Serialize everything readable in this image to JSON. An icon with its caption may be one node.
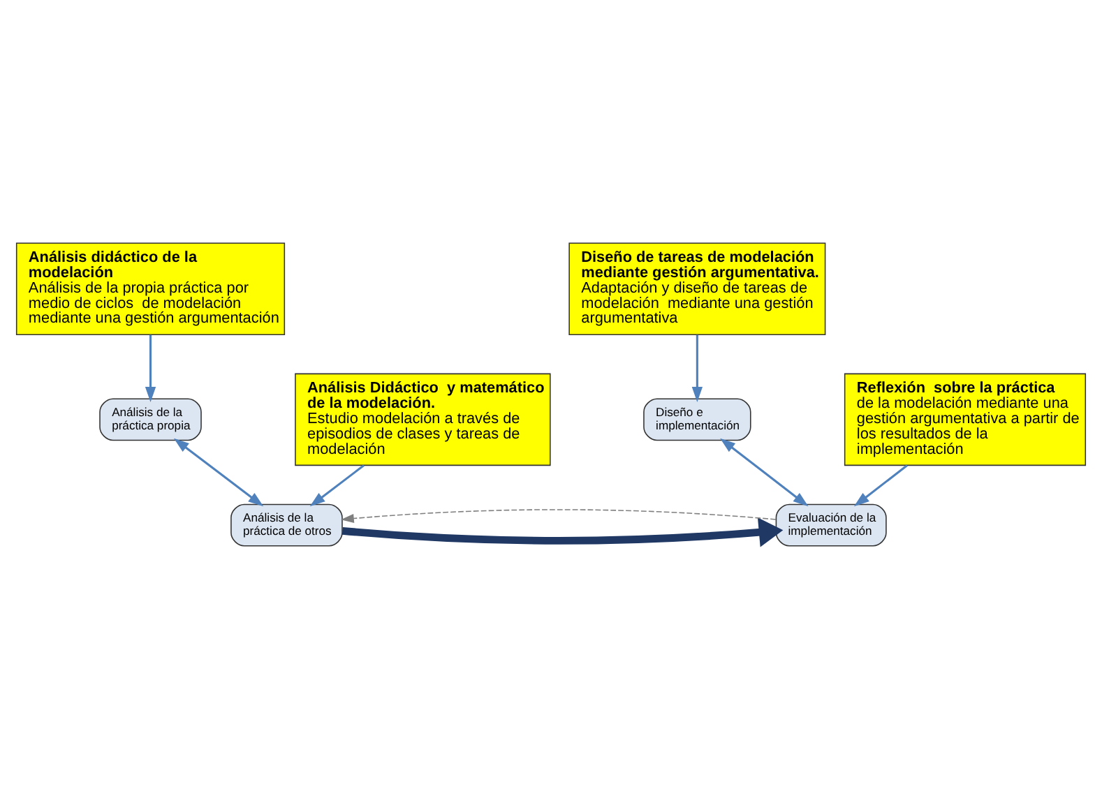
{
  "diagram": {
    "nodes": [
      {
        "text": [
          "Análisis didáctico de la modelación",
          "Análisis de la propia práctica por medio de ciclos  de modelación mediante una gestión argumentación"
        ]
      },
      {
        "text": [
          "Diseño de tareas de modelación  mediante gestión argumentativa.",
          "Adaptación y diseño de tareas de modelación  mediante una gestión argumentativa"
        ]
      },
      {
        "text": [
          "Análisis de la práctica propia"
        ]
      },
      {
        "text": [
          "Diseño e implementación"
        ]
      },
      {
        "text": [
          "Análisis de la práctica de otros"
        ]
      },
      {
        "text": [
          "Evaluación de la implementación"
        ]
      },
      {
        "text": [
          "Análisis Didáctico  y matemático  de la modelación.",
          "Estudio modelación a través de  episodios de clases y tareas de modelación"
        ]
      },
      {
        "text": [
          "Reflexión  sobre la práctica",
          "de la modelación mediante una gestión argumentativa a partir de los resultados de la implementación"
        ]
      }
    ],
    "edges": [
      {
        "from": 0,
        "to": 2,
        "arrow": "to"
      },
      {
        "from": 1,
        "to": 3,
        "arrow": "to"
      },
      {
        "from": 6,
        "to": 4,
        "arrow": "to"
      },
      {
        "from": 7,
        "to": 5,
        "arrow": "to"
      },
      {
        "from": 2,
        "to": 4,
        "arrow": "both"
      },
      {
        "from": 3,
        "to": 5,
        "arrow": "both"
      },
      {
        "from": 4,
        "to": 5,
        "arrow": "to",
        "style": "thick",
        "color": "#1f3864"
      },
      {
        "from": 5,
        "to": 4,
        "arrow": "to",
        "style": "dashed",
        "color": "#7f7f7f"
      }
    ]
  }
}
